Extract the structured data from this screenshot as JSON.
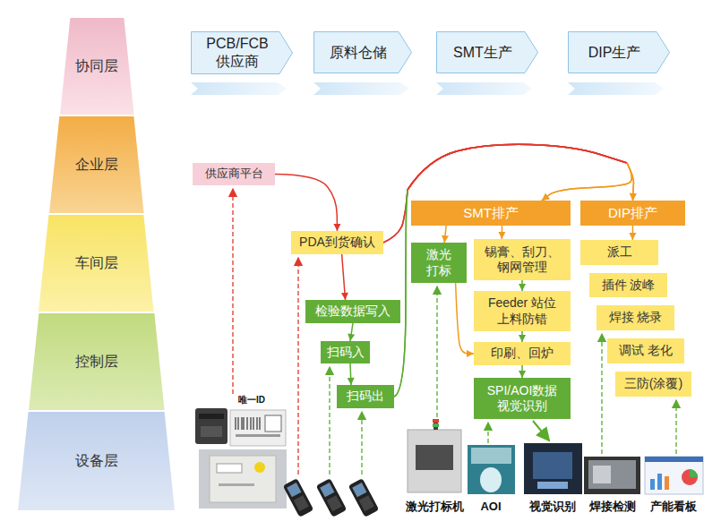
{
  "diagram": {
    "nodes": [
      {
        "text": [
          "协同层"
        ]
      },
      {
        "text": [
          "企业层"
        ]
      },
      {
        "text": [
          "车间层"
        ]
      },
      {
        "text": [
          "控制层"
        ]
      },
      {
        "text": [
          "设备层"
        ]
      },
      {
        "text": [
          "PCB/FCB 供应商"
        ]
      },
      {
        "text": [
          "原料仓储"
        ]
      },
      {
        "text": [
          "SMT生产"
        ]
      },
      {
        "text": [
          "DIP生产"
        ]
      },
      {
        "text": [
          "供应商平台"
        ]
      },
      {
        "text": [
          "PDA到货确认"
        ]
      },
      {
        "text": [
          "检验数据写入"
        ]
      },
      {
        "text": [
          "扫码入"
        ]
      },
      {
        "text": [
          "扫码出"
        ]
      },
      {
        "text": [
          "SMT排产"
        ]
      },
      {
        "text": [
          "DIP排产"
        ]
      },
      {
        "text": [
          "激光 打标"
        ]
      },
      {
        "text": [
          "锡膏、刮刀、 钢网管理"
        ]
      },
      {
        "text": [
          "Feeder 站位 上料防错"
        ]
      },
      {
        "text": [
          "印刷、回炉"
        ]
      },
      {
        "text": [
          "SPI/AOI数据 视觉识别"
        ]
      },
      {
        "text": [
          "派工"
        ]
      },
      {
        "text": [
          "插件 波峰"
        ]
      },
      {
        "text": [
          "焊接 烧录"
        ]
      },
      {
        "text": [
          "调试 老化"
        ]
      },
      {
        "text": [
          "三防(涂覆)"
        ]
      }
    ],
    "edges": [
      {
        "from": 9,
        "to": 10,
        "arrow": "to"
      },
      {
        "from": 10,
        "to": 11,
        "arrow": "to"
      },
      {
        "from": 11,
        "to": 12,
        "arrow": "to"
      },
      {
        "from": 12,
        "to": 13,
        "arrow": "to"
      },
      {
        "from": 10,
        "to": 14,
        "arrow": "to"
      },
      {
        "from": 10,
        "to": 15,
        "arrow": "to"
      },
      {
        "from": 13,
        "to": 14,
        "arrow": "to"
      },
      {
        "from": 13,
        "to": 15,
        "arrow": "to"
      },
      {
        "from": 14,
        "to": 17,
        "arrow": "to"
      },
      {
        "from": 14,
        "to": 16,
        "arrow": "to"
      },
      {
        "from": 16,
        "to": 19,
        "arrow": "to"
      },
      {
        "from": 17,
        "to": 18,
        "arrow": "to"
      },
      {
        "from": 18,
        "to": 19,
        "arrow": "to"
      },
      {
        "from": 19,
        "to": 20,
        "arrow": "to"
      },
      {
        "from": 15,
        "to": 21,
        "arrow": "to"
      }
    ],
    "labels": [
      "唯一ID",
      "激光打标机",
      "AOI",
      "视觉识别",
      "焊接检测",
      "产能看板"
    ]
  }
}
